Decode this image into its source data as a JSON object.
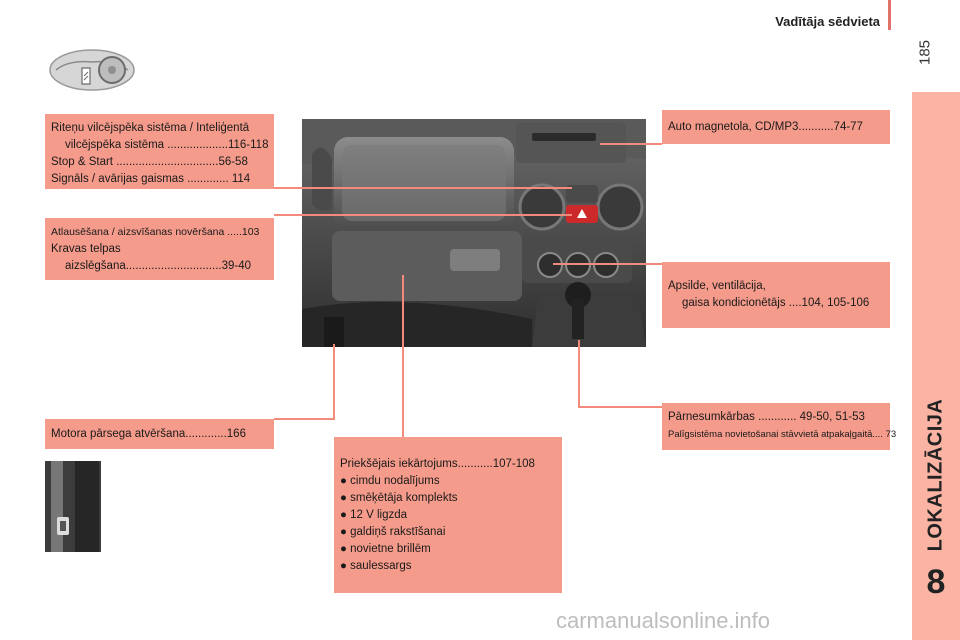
{
  "header": {
    "title": "Vadītāja sēdvieta",
    "page_number": "185"
  },
  "side_tab": {
    "chapter_label": "LOKALIZĀCIJA",
    "chapter_number": "8",
    "color": "#fbb3a3"
  },
  "boxes": {
    "steering": [
      "Riteņu vilcējspēka sistēma / Inteliģentā",
      "vilcējspēka sistēma ...................116-118",
      "Stop & Start ................................56-58",
      "Signāls / avārijas gaismas ............. 114"
    ],
    "dimmer": [
      "Atlausēšana / aizsvīšanas novēršana .....103",
      "Kravas telpas",
      "aizslēgšana..............................39-40"
    ],
    "radio": [
      "Auto magnetola, CD/MP3...........74-77"
    ],
    "ventilation": [
      "Apsilde, ventilācija,",
      "gaisa kondicionētājs ....104, 105-106"
    ],
    "bonnet": [
      "Motora pārsega atvēršana.............166"
    ],
    "gearbox": [
      "Pārnesumkārbas ............ 49-50, 51-53",
      "Palīgsistēma novietošanai stāvvietā atpakaļgaitā.... 73"
    ],
    "front_equipment": [
      "Priekšējais iekārtojums...........107-108",
      "● cimdu nodalījums",
      "● smēķētāja komplekts",
      "● 12 V ligzda",
      "● galdiņš rakstīšanai",
      "● novietne brillēm",
      "● saulessargs"
    ]
  },
  "colors": {
    "box_fill": "#f59b8b",
    "connector": "#f28b7b",
    "header_rule": "#e2716a"
  },
  "watermark": "carmanualsonline.info"
}
